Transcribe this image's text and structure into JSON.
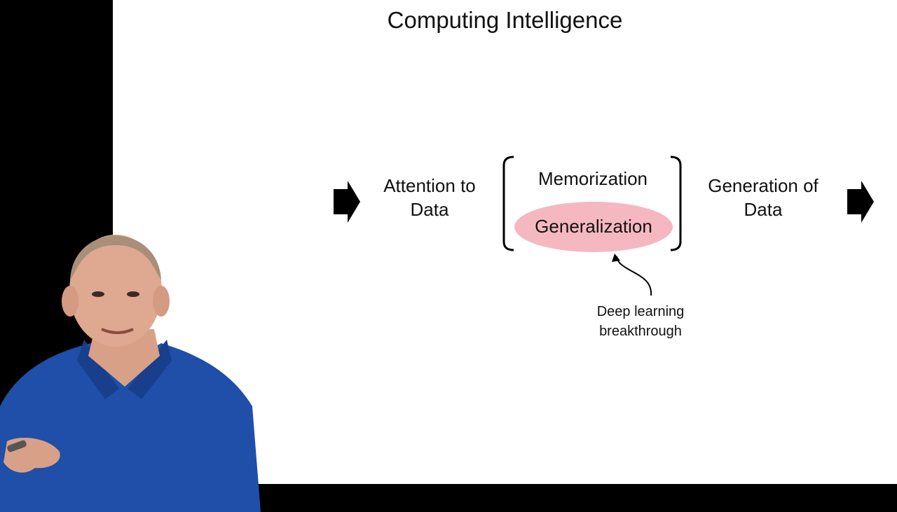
{
  "slide": {
    "title": "Computing Intelligence",
    "attention_label": "Attention to Data",
    "memorization_label": "Memorization",
    "generalization_label": "Generalization",
    "generation_label": "Generation of Data",
    "annotation_label": "Deep learning breakthrough"
  },
  "colors": {
    "highlight": "#f6b8c0",
    "slide_bg": "#ffffff",
    "frame_bg": "#000000",
    "shirt": "#1f4fa8"
  }
}
